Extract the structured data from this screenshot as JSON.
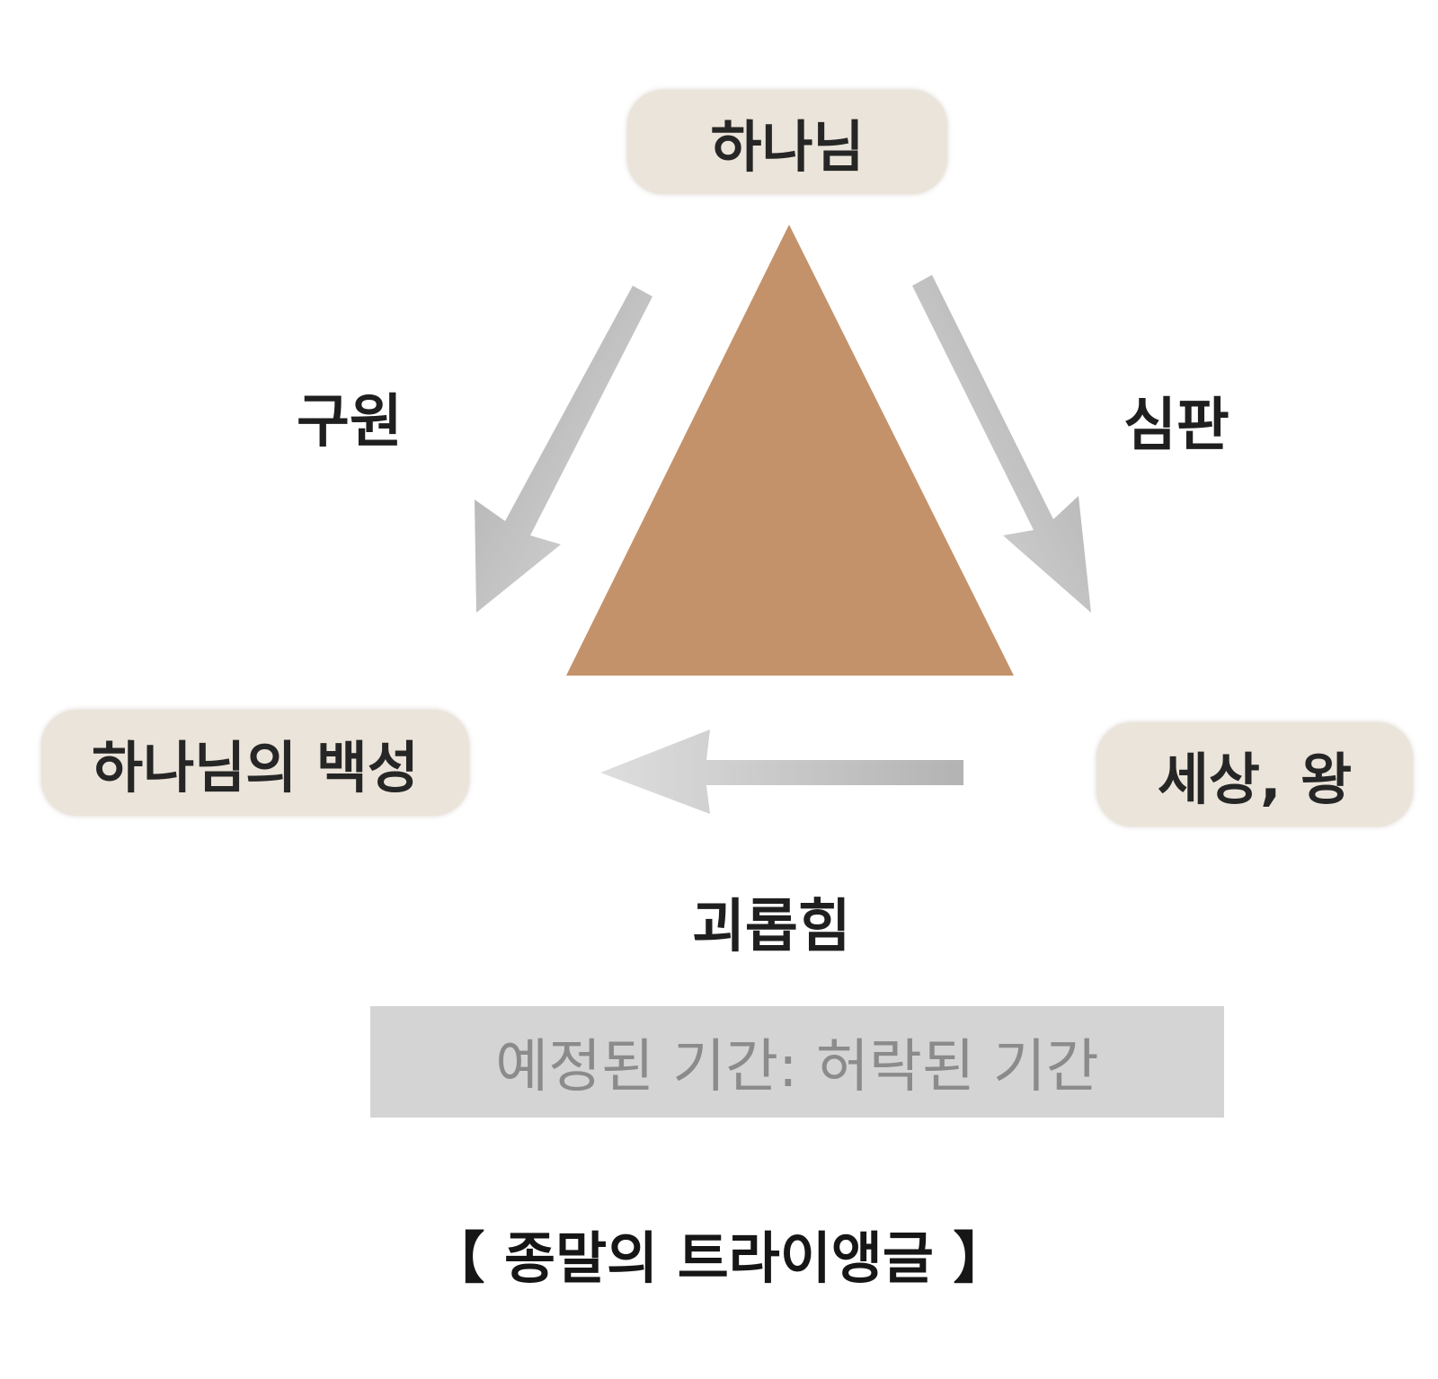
{
  "nodes": {
    "god": "하나님",
    "people": "하나님의 백성",
    "world": "세상, 왕"
  },
  "relations": {
    "salvation": "구원",
    "judgment": "심판",
    "tribulation": "괴롭힘"
  },
  "period": "예정된 기간: 허락된 기간",
  "caption": "【 종말의 트라이앵글 】",
  "colors": {
    "triangle": "#c4926a",
    "node_bg": "#ebe4da",
    "arrow": "#c8c8c8",
    "period_bg": "#d4d4d4",
    "period_text": "#8b8b8b"
  }
}
